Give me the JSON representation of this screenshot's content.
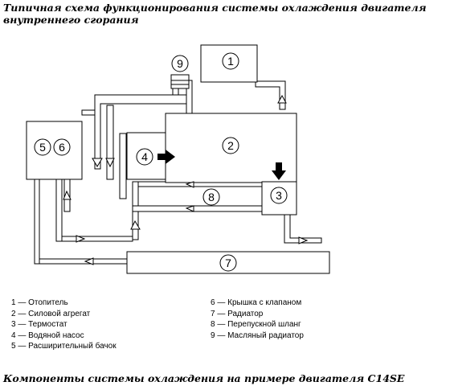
{
  "title": "Типичная схема функционирования системы охлаждения двигателя внутреннего сгорания",
  "diagram": {
    "box_labels": {
      "heater": "1",
      "engine": "2",
      "thermostat": "3",
      "pump": "4",
      "tank": "5",
      "cap": "6",
      "radiator": "7",
      "bypass": "8",
      "oil_cooler": "9"
    }
  },
  "legend": {
    "left": [
      "1 — Отопитель",
      "2 — Силовой агрегат",
      "3 — Термостат",
      "4 — Водяной насос",
      "5 — Расширительный бачок"
    ],
    "right": [
      "6 — Крышка с клапаном",
      "7 — Радиатор",
      "8 — Перепускной шланг",
      "9 — Масляный радиатор"
    ]
  },
  "footer": "Компоненты системы охлаждения на примере двигателя C14SE"
}
